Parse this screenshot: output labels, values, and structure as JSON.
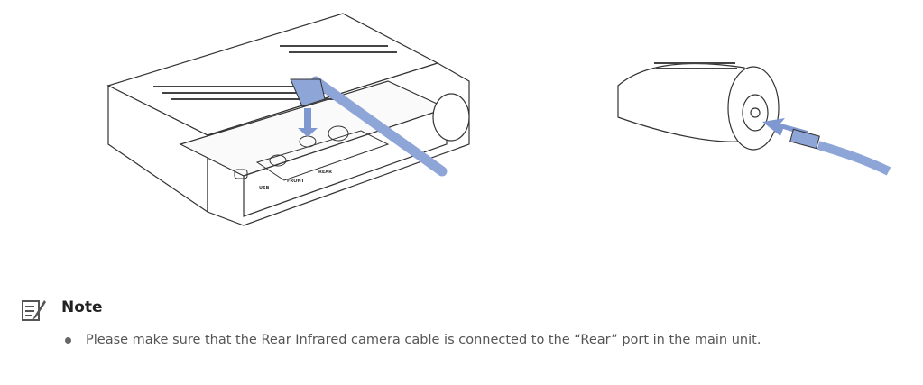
{
  "figure_main_unit": {
    "port_labels": [
      "USB",
      "FRONT",
      "REAR"
    ]
  },
  "note": {
    "icon": "note-pencil-icon",
    "title": "Note",
    "bullets": [
      "Please make sure that the Rear Infrared camera cable is connected to the “Rear” port in the main unit."
    ]
  },
  "colors": {
    "cable": "#8ea5d8",
    "arrow": "#7f98d0",
    "line": "#333333"
  }
}
